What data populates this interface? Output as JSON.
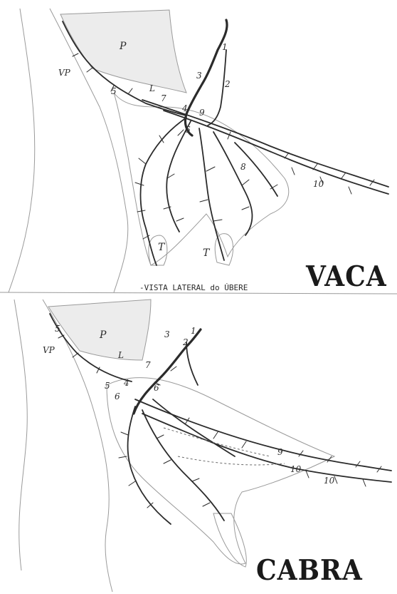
{
  "caption": "-VISTA LATERAL do ÚBERE",
  "panels": [
    {
      "species": "VACA",
      "labels": {
        "p": "P",
        "vp": "VP",
        "l": "L",
        "n1": "1",
        "n2": "2",
        "n3": "3",
        "n4": "4",
        "n5": "5",
        "n6": "6",
        "n7": "7",
        "n8": "8",
        "n9": "9",
        "n10": "10",
        "t1": "T",
        "t2": "T"
      }
    },
    {
      "species": "CABRA",
      "labels": {
        "p": "P",
        "vp": "VP",
        "l": "L",
        "n1": "1",
        "n2": "2",
        "n3": "3",
        "n4": "4",
        "n5": "5",
        "n5b": "5",
        "n6": "6",
        "n6b": "6",
        "n7": "7",
        "n9": "9",
        "n10": "10",
        "n10b": "10"
      }
    }
  ],
  "colors": {
    "ink": "#2b2b2b",
    "faint": "#9a9a9a",
    "background": "#ffffff"
  }
}
